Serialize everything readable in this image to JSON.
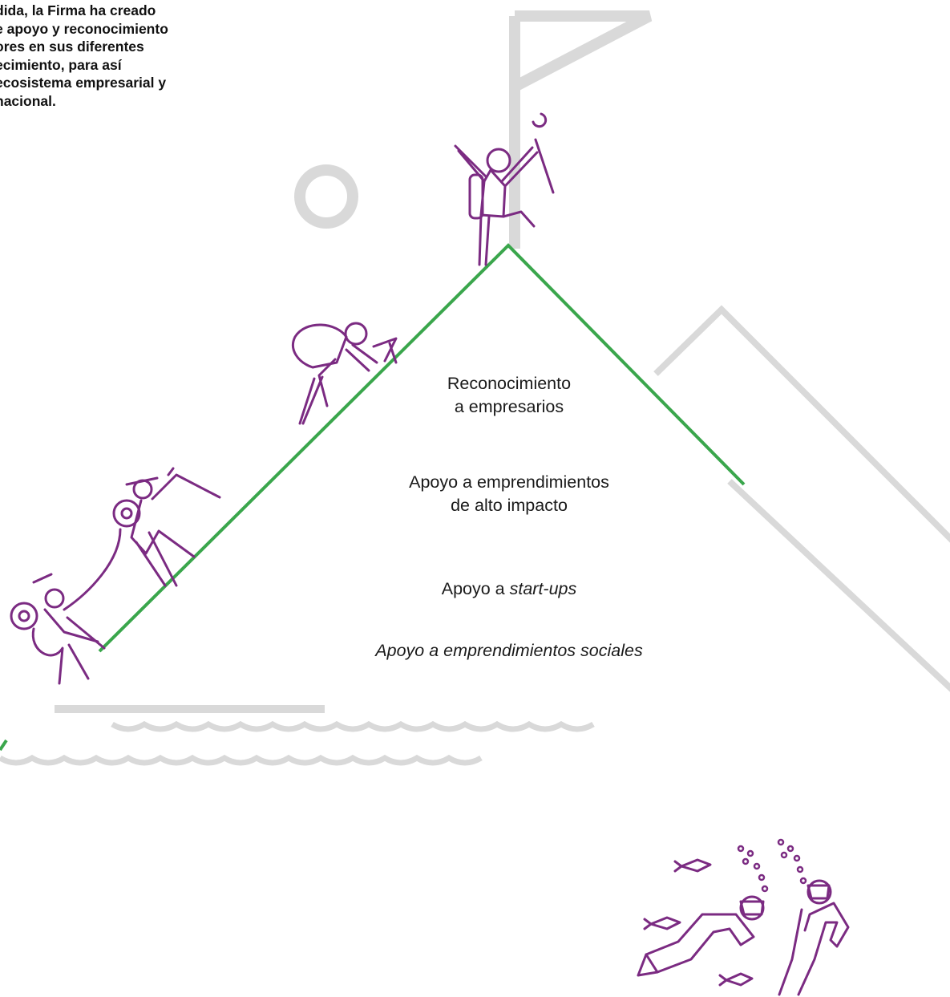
{
  "intro": {
    "lines": [
      "dida, la Firma ha creado",
      "e apoyo y reconocimiento",
      "ores en sus diferentes",
      "ecimiento, para así",
      "ecosistema empresarial y",
      "nacional."
    ]
  },
  "tiers": {
    "t1": {
      "line1": "Reconocimiento",
      "line2": "a empresarios"
    },
    "t2": {
      "line1": "Apoyo a emprendimientos",
      "line2": "de alto impacto"
    },
    "t3": {
      "prefix": "Apoyo a ",
      "italic": "start-ups"
    },
    "t4": {
      "italic": "Apoyo a emprendimientos sociales"
    }
  },
  "colors": {
    "mountain_line": "#3aa64c",
    "figures": "#7b2b82",
    "decor": "#d9d9d9",
    "text": "#1a1a1a"
  }
}
